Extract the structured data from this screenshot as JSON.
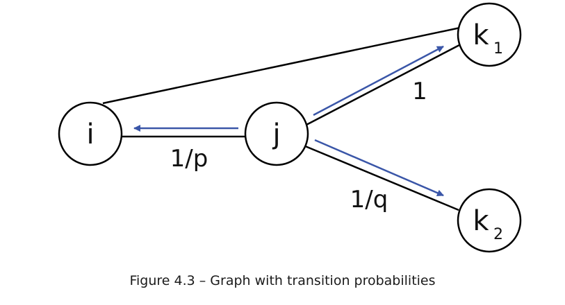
{
  "diagram": {
    "nodes": {
      "i": {
        "label": "i"
      },
      "j": {
        "label": "j"
      },
      "k1": {
        "label": "k",
        "subscript": "1"
      },
      "k2": {
        "label": "k",
        "subscript": "2"
      }
    },
    "edge_labels": {
      "j_k1": "1",
      "j_i": "1/p",
      "j_k2": "1/q"
    },
    "colors": {
      "edge": "#000000",
      "arrow": "#3a56a8",
      "node_fill": "#ffffff",
      "node_stroke": "#000000"
    }
  },
  "caption": "Figure 4.3 – Graph with transition probabilities"
}
